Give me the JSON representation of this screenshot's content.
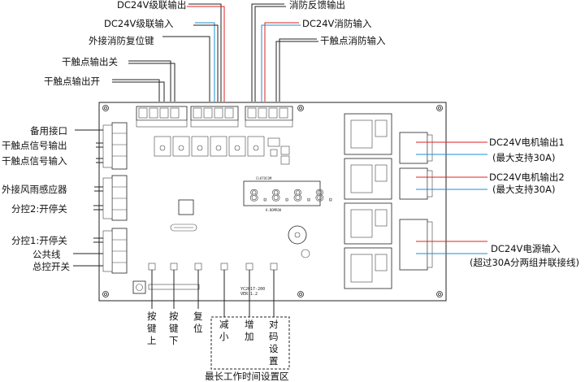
{
  "top_labels": {
    "cascade_out": "DC24V级联输出",
    "cascade_in": "DC24V级联输入",
    "ext_fire_reset_key": "外接消防复位键",
    "dry_out_close": "干触点输出关",
    "dry_out_open": "干触点输出开",
    "fire_feedback_out": "消防反馈输出",
    "fire_in_24v": "DC24V消防输入",
    "dry_fire_in": "干触点消防输入"
  },
  "left_labels": {
    "spare_port": "备用接口",
    "dry_signal_out": "干触点信号输出",
    "dry_signal_in": "干触点信号输入",
    "wind_rain_sensor": "外接风雨感应器",
    "zone2_onoff": "分控2:开停关",
    "zone1_onoff": "分控1:开停关",
    "common_line": "公共线",
    "master_switch": "总控开关"
  },
  "right_labels": {
    "motor1": "DC24V电机输出1",
    "motor1_note": "(最大支持30A)",
    "motor2": "DC24V电机输出2",
    "motor2_note": "(最大支持30A)",
    "power_in": "DC24V电源输入",
    "power_note": "(超过30A分两组并联接线)"
  },
  "bottom_labels": {
    "key_up": [
      "按",
      "键",
      "上"
    ],
    "key_down": [
      "按",
      "键",
      "下"
    ],
    "reset": [
      "复",
      "位"
    ],
    "decrease": [
      "减",
      "小"
    ],
    "increase": [
      "增",
      "加"
    ],
    "code_setting": [
      "对",
      "码",
      "设",
      "置"
    ],
    "time_zone": "最长工作时间设置区"
  },
  "board_marks": {
    "display": "8.8.8.8.",
    "display_top": "CLKTOCOM",
    "display_bottom": "K.BOMROH",
    "model": "YC2017-200",
    "version": "VER:1.2"
  },
  "colors": {
    "red_wire": "#e02020",
    "blue_wire": "#1b8fd6",
    "black_wire": "#222222"
  }
}
